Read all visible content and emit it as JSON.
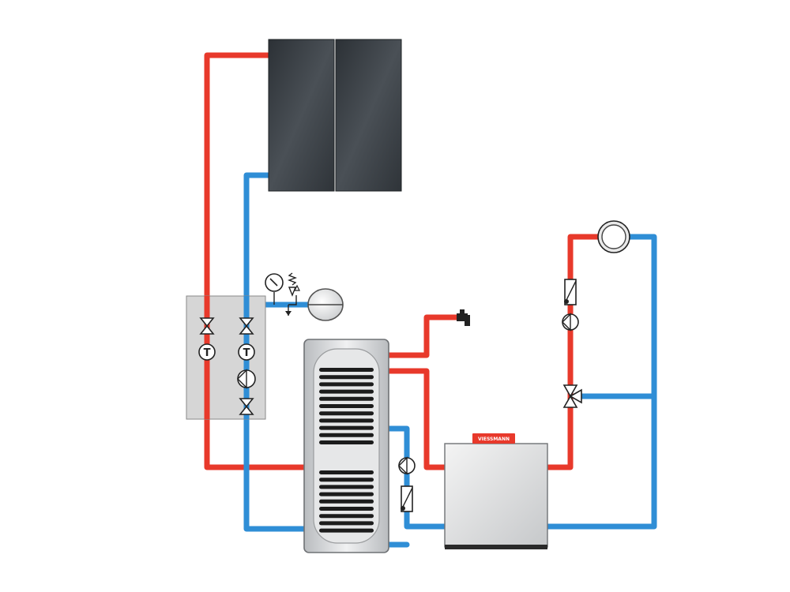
{
  "diagram": {
    "kind": "solar thermal heating system schematic",
    "colors": {
      "hot_line": "#e8392b",
      "cold_line": "#2f8ed6",
      "collector": "#3a3f44",
      "box_fill": "#d6d6d6",
      "brand_badge": "#e8392b"
    },
    "components": {
      "solar_collector": {
        "panels": 2
      },
      "solar_station": {
        "symbols": [
          "valve",
          "thermometer",
          "pump",
          "valve"
        ]
      },
      "storage_tank": {
        "upper_coil_turns": 11,
        "lower_coil_turns": 9
      },
      "boiler": {
        "brand_text": "VIESSMANN"
      },
      "expansion_vessel": {},
      "hot_water_tap": {},
      "heating_circuit": {
        "symbols": [
          "radiator",
          "flow-meter",
          "pump",
          "three-way-valve"
        ]
      }
    },
    "symbol_labels": {
      "thermometer": "T"
    }
  }
}
